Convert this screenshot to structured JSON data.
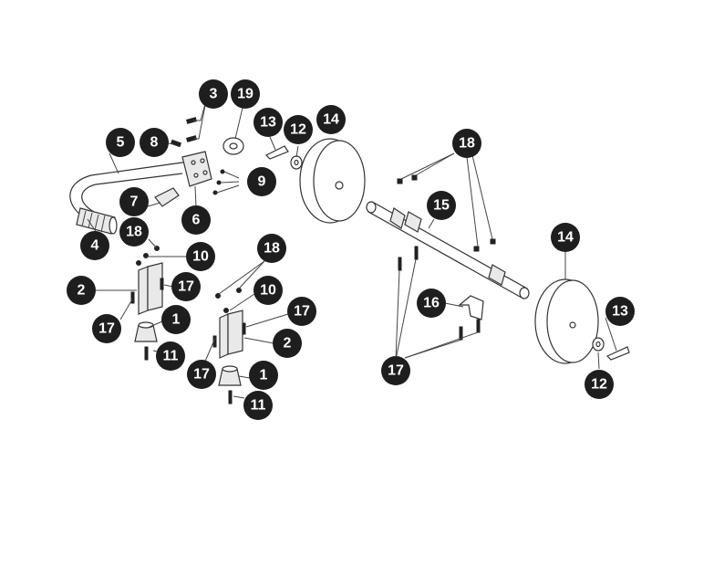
{
  "callouts": [
    {
      "id": "c3",
      "label": "3"
    },
    {
      "id": "c19",
      "label": "19"
    },
    {
      "id": "c5",
      "label": "5"
    },
    {
      "id": "c8",
      "label": "8"
    },
    {
      "id": "c13a",
      "label": "13"
    },
    {
      "id": "c12a",
      "label": "12"
    },
    {
      "id": "c14a",
      "label": "14"
    },
    {
      "id": "c9",
      "label": "9"
    },
    {
      "id": "c7",
      "label": "7"
    },
    {
      "id": "c6",
      "label": "6"
    },
    {
      "id": "c4",
      "label": "4"
    },
    {
      "id": "c18a",
      "label": "18"
    },
    {
      "id": "c10a",
      "label": "10"
    },
    {
      "id": "c2a",
      "label": "2"
    },
    {
      "id": "c17a",
      "label": "17"
    },
    {
      "id": "c17b",
      "label": "17"
    },
    {
      "id": "c1a",
      "label": "1"
    },
    {
      "id": "c11a",
      "label": "11"
    },
    {
      "id": "c18b",
      "label": "18"
    },
    {
      "id": "c10b",
      "label": "10"
    },
    {
      "id": "c17c",
      "label": "17"
    },
    {
      "id": "c2b",
      "label": "2"
    },
    {
      "id": "c17d",
      "label": "17"
    },
    {
      "id": "c1b",
      "label": "1"
    },
    {
      "id": "c11b",
      "label": "11"
    },
    {
      "id": "c18c",
      "label": "18"
    },
    {
      "id": "c15",
      "label": "15"
    },
    {
      "id": "c14b",
      "label": "14"
    },
    {
      "id": "c16",
      "label": "16"
    },
    {
      "id": "c13b",
      "label": "13"
    },
    {
      "id": "c17e",
      "label": "17"
    },
    {
      "id": "c12b",
      "label": "12"
    }
  ]
}
